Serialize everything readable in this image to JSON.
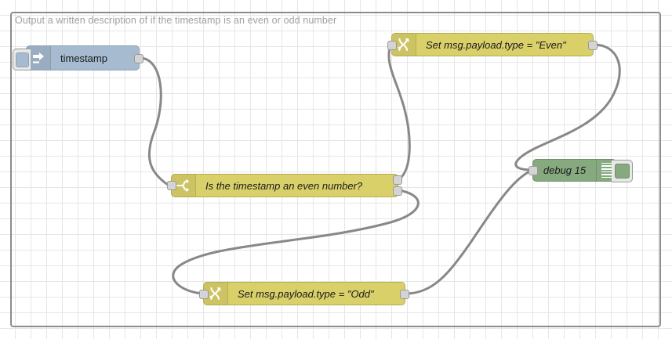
{
  "editor": {
    "app": "node-red-flow-editor",
    "background": "#ffffff",
    "grid_color": "#e6e6e6",
    "grid_size": 20
  },
  "group": {
    "label": "Output a written description of if the timestamp is an even or odd number",
    "border_color": "#8c8c8c",
    "label_color": "#a0a0a0"
  },
  "nodes": [
    {
      "id": "inject",
      "type": "inject",
      "label": "timestamp",
      "icon": "inject-arrow-icon",
      "color": "#a6bbcf",
      "button": "inject-trigger-button",
      "inputs": 0,
      "outputs": 1
    },
    {
      "id": "switch",
      "type": "switch",
      "label": "Is the timestamp an even number?",
      "icon": "switch-branch-icon",
      "color": "#d9d06a",
      "inputs": 1,
      "outputs": 2
    },
    {
      "id": "change-even",
      "type": "change",
      "label": "Set msg.payload.type = \"Even\"",
      "icon": "change-shuffle-icon",
      "color": "#d9d06a",
      "inputs": 1,
      "outputs": 1
    },
    {
      "id": "change-odd",
      "type": "change",
      "label": "Set msg.payload.type = \"Odd\"",
      "icon": "change-shuffle-icon",
      "color": "#d9d06a",
      "inputs": 1,
      "outputs": 1
    },
    {
      "id": "debug",
      "type": "debug",
      "label": "debug 15",
      "icon": "debug-lines-icon",
      "color": "#87a980",
      "button": "debug-toggle-button",
      "inputs": 1,
      "outputs": 0
    }
  ],
  "wires": {
    "stroke": "#888888",
    "links": [
      {
        "from": "inject.out0",
        "to": "switch.in0"
      },
      {
        "from": "switch.out0",
        "to": "change-even.in0"
      },
      {
        "from": "switch.out1",
        "to": "change-odd.in0"
      },
      {
        "from": "change-even.out0",
        "to": "debug.in0"
      },
      {
        "from": "change-odd.out0",
        "to": "debug.in0"
      }
    ]
  }
}
